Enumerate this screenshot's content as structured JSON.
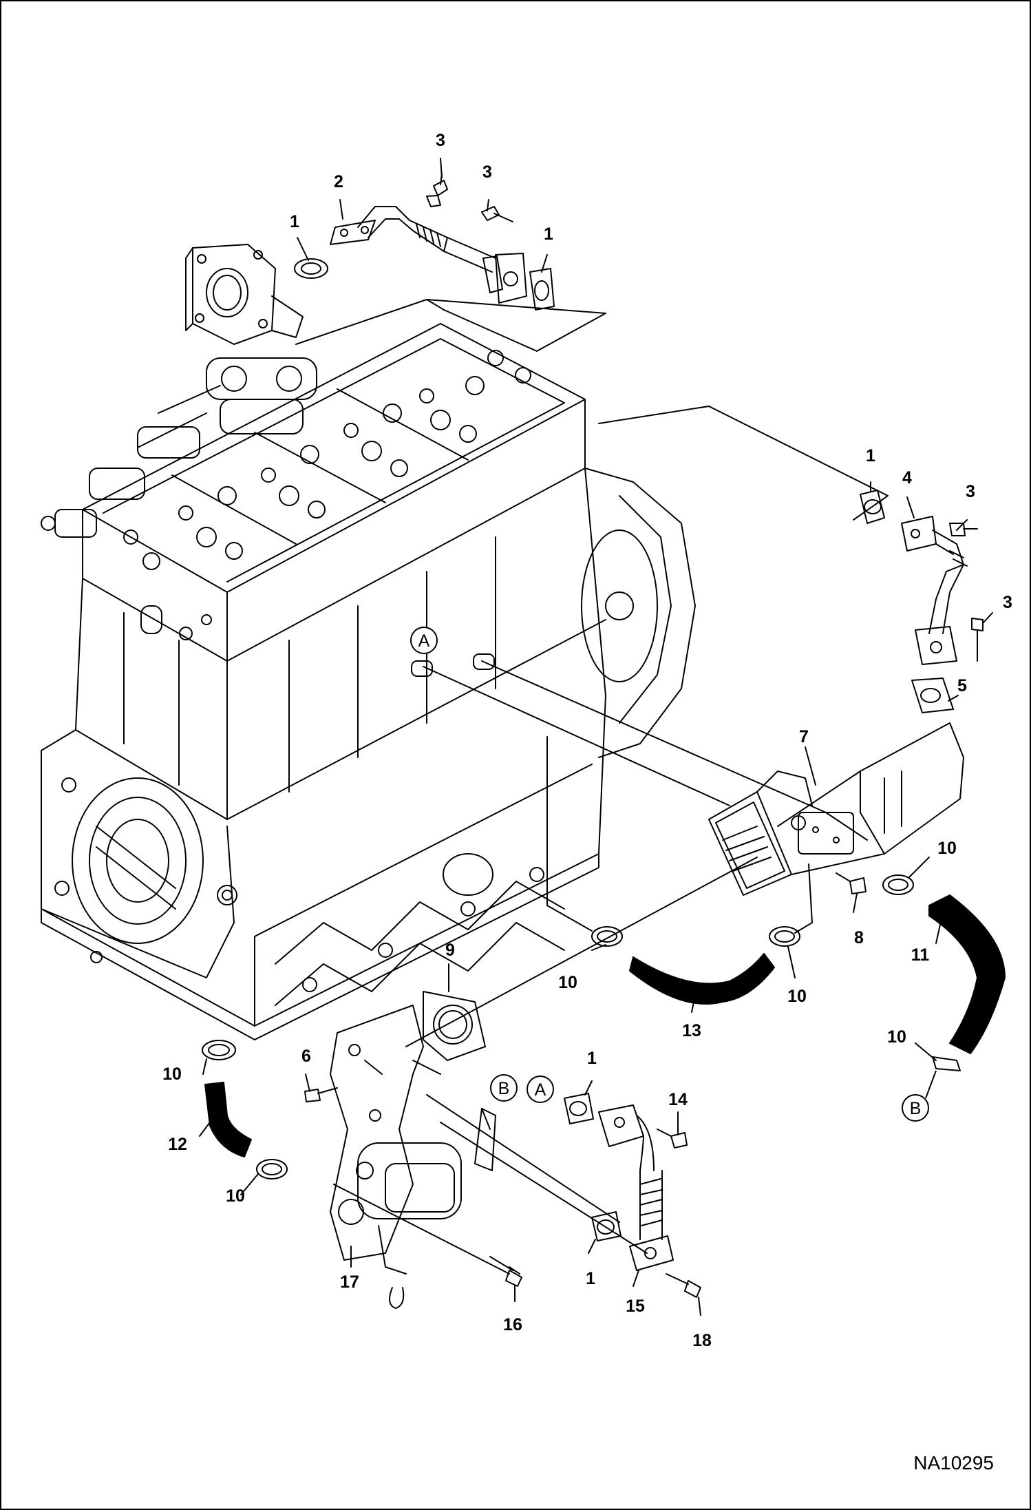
{
  "figure_id": "NA10295",
  "callouts": [
    {
      "id": "c1a",
      "label": "1"
    },
    {
      "id": "c2",
      "label": "2"
    },
    {
      "id": "c3a",
      "label": "3"
    },
    {
      "id": "c3b",
      "label": "3"
    },
    {
      "id": "c1b",
      "label": "1"
    },
    {
      "id": "c1c",
      "label": "1"
    },
    {
      "id": "c4",
      "label": "4"
    },
    {
      "id": "c3c",
      "label": "3"
    },
    {
      "id": "c3d",
      "label": "3"
    },
    {
      "id": "c5",
      "label": "5"
    },
    {
      "id": "c7",
      "label": "7"
    },
    {
      "id": "c10a",
      "label": "10"
    },
    {
      "id": "c8",
      "label": "8"
    },
    {
      "id": "c11",
      "label": "11"
    },
    {
      "id": "c9",
      "label": "9"
    },
    {
      "id": "c10b",
      "label": "10"
    },
    {
      "id": "c10c",
      "label": "10"
    },
    {
      "id": "c13",
      "label": "13"
    },
    {
      "id": "c10d",
      "label": "10"
    },
    {
      "id": "c10e",
      "label": "10"
    },
    {
      "id": "c6",
      "label": "6"
    },
    {
      "id": "c1d",
      "label": "1"
    },
    {
      "id": "c14",
      "label": "14"
    },
    {
      "id": "c12",
      "label": "12"
    },
    {
      "id": "c10f",
      "label": "10"
    },
    {
      "id": "c1e",
      "label": "1"
    },
    {
      "id": "c17",
      "label": "17"
    },
    {
      "id": "c16",
      "label": "16"
    },
    {
      "id": "c15",
      "label": "15"
    },
    {
      "id": "c18",
      "label": "18"
    }
  ],
  "connectors": [
    {
      "id": "A1",
      "label": "A"
    },
    {
      "id": "A2",
      "label": "A"
    },
    {
      "id": "B1",
      "label": "B"
    },
    {
      "id": "B2",
      "label": "B"
    }
  ]
}
